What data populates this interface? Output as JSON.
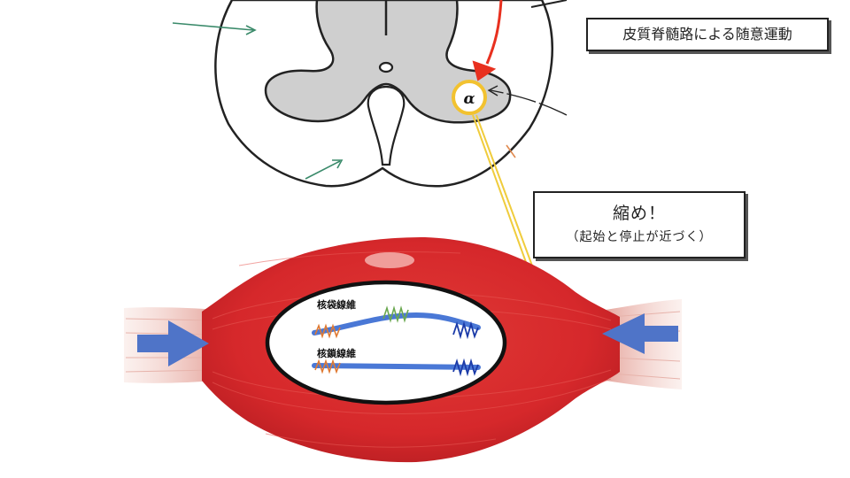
{
  "title": "皮質脊髄路による随意運動",
  "alpha_label": "α",
  "contract": {
    "main": "縮め！",
    "sub": "（起始と停止が近づく）"
  },
  "fibers": {
    "bag": "核袋線維",
    "chain": "核鎖線維"
  },
  "colors": {
    "muscle": "#d6282b",
    "gray_matter": "#cfcfcf",
    "motor_neuron_ring": "#f2c230",
    "corticospinal_arrow": "#e8301f",
    "motor_axon": "#f0cc3c",
    "force_arrow": "#4f74c8",
    "fiber": "#4a78d6",
    "sensory_ending": "#e07a32",
    "gamma_ending": "#6aa84f",
    "motor_ending": "#1a3aa8"
  }
}
